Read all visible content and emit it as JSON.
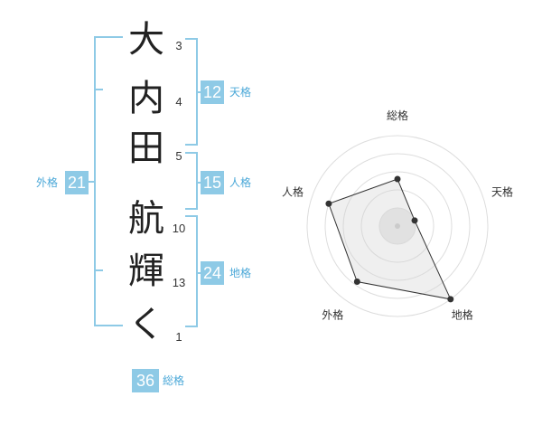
{
  "name": {
    "chars": [
      {
        "char": "大",
        "strokes": "3"
      },
      {
        "char": "内",
        "strokes": "4"
      },
      {
        "char": "田",
        "strokes": "5"
      },
      {
        "char": "航",
        "strokes": "10"
      },
      {
        "char": "輝",
        "strokes": "13"
      },
      {
        "char": "く",
        "strokes": "1"
      }
    ]
  },
  "kaku": {
    "tenkaku": {
      "value": "12",
      "label": "天格"
    },
    "jinkaku": {
      "value": "15",
      "label": "人格"
    },
    "chikaku": {
      "value": "24",
      "label": "地格"
    },
    "gaikaku": {
      "value": "21",
      "label": "外格"
    },
    "soukaku": {
      "value": "36",
      "label": "総格"
    }
  },
  "colors": {
    "accent": "#8ecae6",
    "label": "#4ba8d8"
  },
  "chart_data": {
    "type": "radar",
    "axes": [
      "総格",
      "天格",
      "地格",
      "外格",
      "人格"
    ],
    "levels": 5,
    "values": [
      2.6,
      1.0,
      5.0,
      3.8,
      4.0
    ],
    "max": 5
  }
}
